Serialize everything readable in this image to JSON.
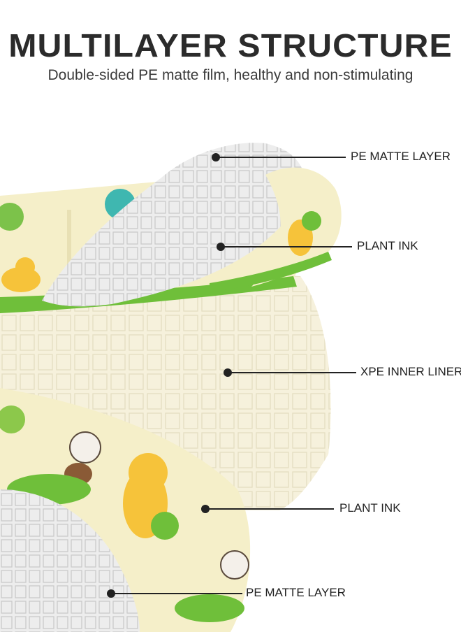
{
  "header": {
    "title": "MULTILAYER STRUCTURE",
    "subtitle": "Double-sided PE matte film, healthy and non-stimulating"
  },
  "layers": [
    {
      "label": "PE MATTE LAYER"
    },
    {
      "label": "PLANT INK"
    },
    {
      "label": "XPE INNER LINER"
    },
    {
      "label": "PLANT INK"
    },
    {
      "label": "PE MATTE LAYER"
    }
  ],
  "colors": {
    "text": "#222222",
    "title": "#2b2b2b",
    "matte_layer": "#e9e9e9",
    "inner_liner": "#f6f1dc",
    "print_bg": "#f5efc9",
    "giraffe": "#f6c33a",
    "grass": "#6fbf3a"
  }
}
